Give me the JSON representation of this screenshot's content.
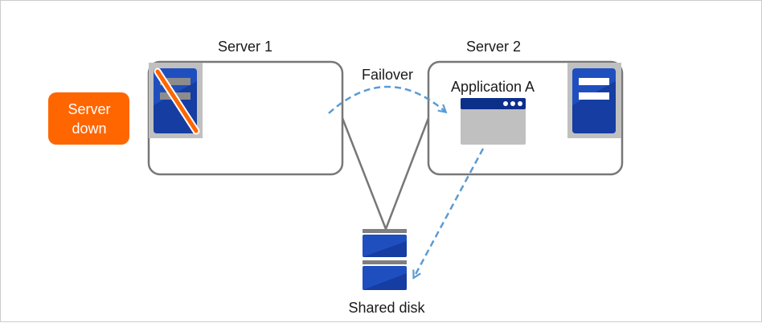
{
  "labels": {
    "server1": "Server 1",
    "server2": "Server 2",
    "failover": "Failover",
    "application": "Application A",
    "shared_disk": "Shared disk",
    "server_down_line1": "Server",
    "server_down_line2": "down"
  },
  "colors": {
    "badge": "#ff6600",
    "server_icon_blue": "#1f4fbf",
    "server_icon_dark": "#0c2f8a",
    "server_icon_bg": "#c0c0c0",
    "disk_blue": "#1f4fbf",
    "disk_gray": "#7f7f7f",
    "box_border": "#777777",
    "connector": "#777777",
    "arrow": "#5a9bd5",
    "cross": "#ff6600",
    "app_window_bar": "#0c2f8a",
    "app_window_body": "#c0c0c0"
  },
  "icons": {
    "failed_server": "server-crossed-icon",
    "active_server": "server-icon",
    "application": "application-window-icon",
    "disk": "shared-disk-icon"
  }
}
